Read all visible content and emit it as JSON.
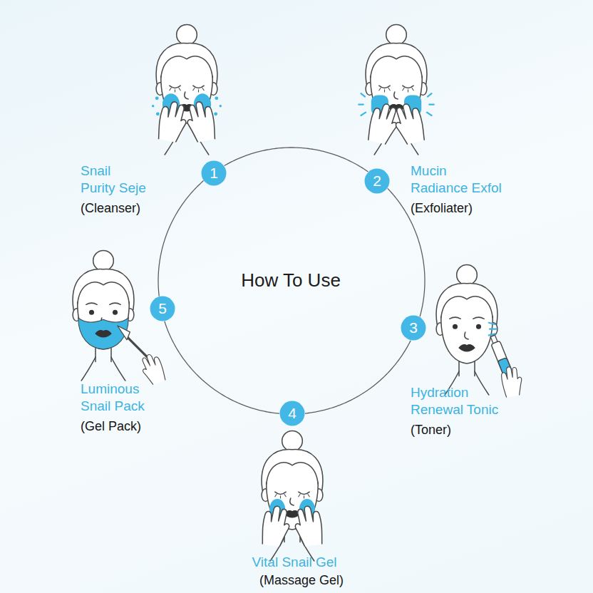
{
  "diagram": {
    "title": "How To Use",
    "nodes": [
      {
        "text": [
          "1"
        ]
      },
      {
        "text": [
          "2"
        ]
      },
      {
        "text": [
          "3"
        ]
      },
      {
        "text": [
          "4"
        ]
      },
      {
        "text": [
          "5"
        ]
      }
    ],
    "edges": [
      {
        "from": 0,
        "to": 1,
        "arrow": "none"
      },
      {
        "from": 1,
        "to": 2,
        "arrow": "none"
      },
      {
        "from": 2,
        "to": 3,
        "arrow": "none"
      },
      {
        "from": 3,
        "to": 4,
        "arrow": "none"
      },
      {
        "from": 4,
        "to": 0,
        "arrow": "none"
      }
    ],
    "labels": [
      "Snail Purity Seje",
      "(Cleanser)",
      "Mucin Radiance Exfol",
      "(Exfoliater)",
      "Hydration Renewal Tonic",
      "(Toner)",
      "Vital Snail Gel",
      "(Massage Gel)",
      "Luminous Snail Pack",
      "(Gel Pack)"
    ]
  }
}
